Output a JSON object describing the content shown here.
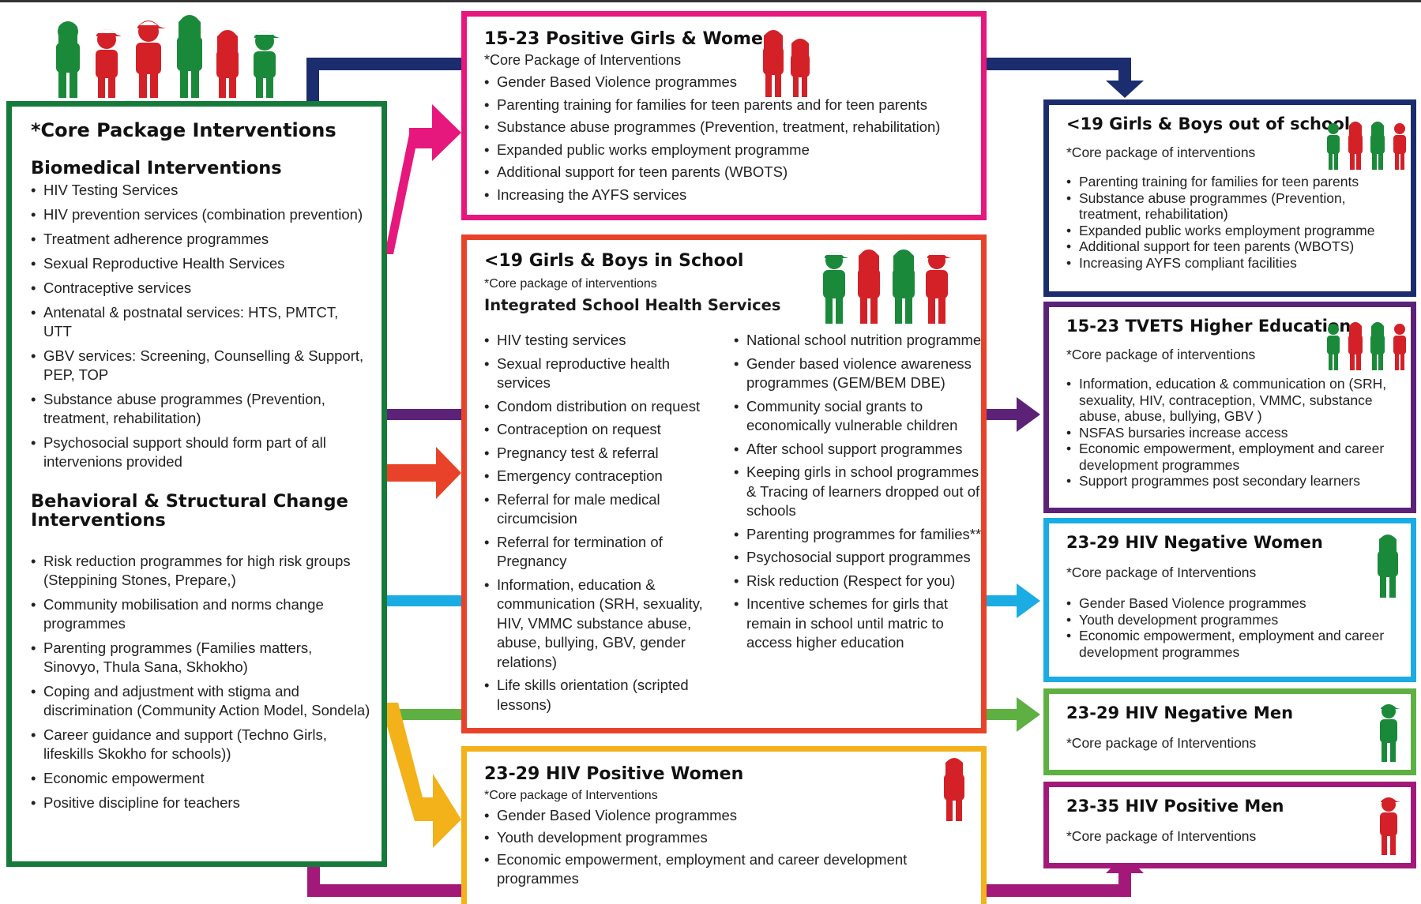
{
  "colors": {
    "core": "#167a3a",
    "positive_girls": "#e6187e",
    "school": "#e8432a",
    "positive_women": "#f3b11a",
    "out_of_school": "#1b2d6e",
    "tvets": "#5b2277",
    "negative_women": "#1aace3",
    "negative_men": "#5fb043",
    "positive_men": "#a3197a",
    "figure_green": "#1a8a3a",
    "figure_red": "#d42027"
  },
  "core": {
    "title": "*Core Package Interventions",
    "biomedical_heading": "Biomedical Interventions",
    "biomedical": [
      "HIV Testing Services",
      "HIV prevention services (combination prevention)",
      "Treatment adherence programmes",
      "Sexual Reproductive Health Services",
      "Contraceptive services",
      "Antenatal & postnatal services: HTS, PMTCT, UTT",
      "GBV services: Screening, Counselling & Support, PEP, TOP",
      "Substance abuse programmes (Prevention, treatment, rehabilitation)",
      "Psychosocial support should form part of all intervenions provided"
    ],
    "behavioral_heading": "Behavioral & Structural Change Interventions",
    "behavioral": [
      "Risk reduction programmes for high risk groups (Steppining Stones, Prepare,)",
      "Community mobilisation and norms change programmes",
      "Parenting programmes (Families matters, Sinovyo, Thula Sana, Skhokho)",
      "Coping and adjustment with stigma and discrimination (Community Action Model, Sondela)",
      "Career guidance and support (Techno Girls, lifeskills Skokho for schools))",
      "Economic empowerment",
      "Positive discipline for teachers"
    ]
  },
  "positive_girls": {
    "title": "15-23 Positive Girls & Women",
    "subtitle": "*Core Package of Interventions",
    "items": [
      "Gender Based Violence programmes",
      "Parenting training for families for teen parents and for teen parents",
      "Substance abuse programmes (Prevention, treatment, rehabilitation)",
      "Expanded public works employment programme",
      "Additional support for teen parents (WBOTS)",
      "Increasing the AYFS services"
    ]
  },
  "school": {
    "title": "<19 Girls & Boys in School",
    "subtitle": "*Core package of interventions",
    "heading": "Integrated School Health Services",
    "col1": [
      "HIV testing services",
      "Sexual reproductive health services",
      "Condom distribution on request",
      "Contraception on request",
      "Pregnancy test & referral",
      "Emergency contraception",
      "Referral for male medical circumcision",
      "Referral for termination of Pregnancy",
      "Information, education & communication (SRH, sexuality, HIV, VMMC substance abuse, abuse, bullying, GBV, gender relations)",
      "Life skills orientation (scripted lessons)"
    ],
    "col2": [
      "National school nutrition programme",
      "Gender based violence awareness programmes (GEM/BEM DBE)",
      "Community social grants to economically vulnerable children",
      "After school support programmes",
      "Keeping girls in school programmes  & Tracing of learners dropped out of schools",
      "Parenting programmes for families**",
      "Psychosocial support programmes",
      "Risk reduction (Respect for you)",
      "Incentive schemes for girls that remain in school until matric to access higher education"
    ]
  },
  "positive_women": {
    "title": "23-29 HIV Positive Women",
    "subtitle": "*Core package of Interventions",
    "items": [
      "Gender Based Violence programmes",
      "Youth development programmes",
      "Economic empowerment, employment and career development programmes"
    ]
  },
  "out_of_school": {
    "title": "<19 Girls & Boys out of school",
    "subtitle": "*Core package of interventions",
    "items": [
      "Parenting training for families for teen parents",
      "Substance abuse programmes (Prevention, treatment, rehabilitation)",
      "Expanded public works employment programme",
      "Additional support for teen parents (WBOTS)",
      "Increasing AYFS compliant  facilities"
    ]
  },
  "tvets": {
    "title": "15-23 TVETS Higher Education",
    "subtitle": "*Core package of interventions",
    "items": [
      "Information, education & communication on (SRH, sexuality, HIV, contraception, VMMC, substance abuse, abuse, bullying, GBV )",
      "NSFAS bursaries increase access",
      "Economic empowerment, employment and career development programmes",
      "Support programmes post secondary learners"
    ]
  },
  "negative_women": {
    "title": "23-29 HIV Negative Women",
    "subtitle": "*Core package of Interventions",
    "items": [
      "Gender Based Violence programmes",
      "Youth development programmes",
      "Economic empowerment, employment and career development programmes"
    ]
  },
  "negative_men": {
    "title": "23-29 HIV Negative Men",
    "subtitle": "*Core package of Interventions"
  },
  "positive_men": {
    "title": "23-35 HIV Positive Men",
    "subtitle": "*Core package of Interventions"
  }
}
